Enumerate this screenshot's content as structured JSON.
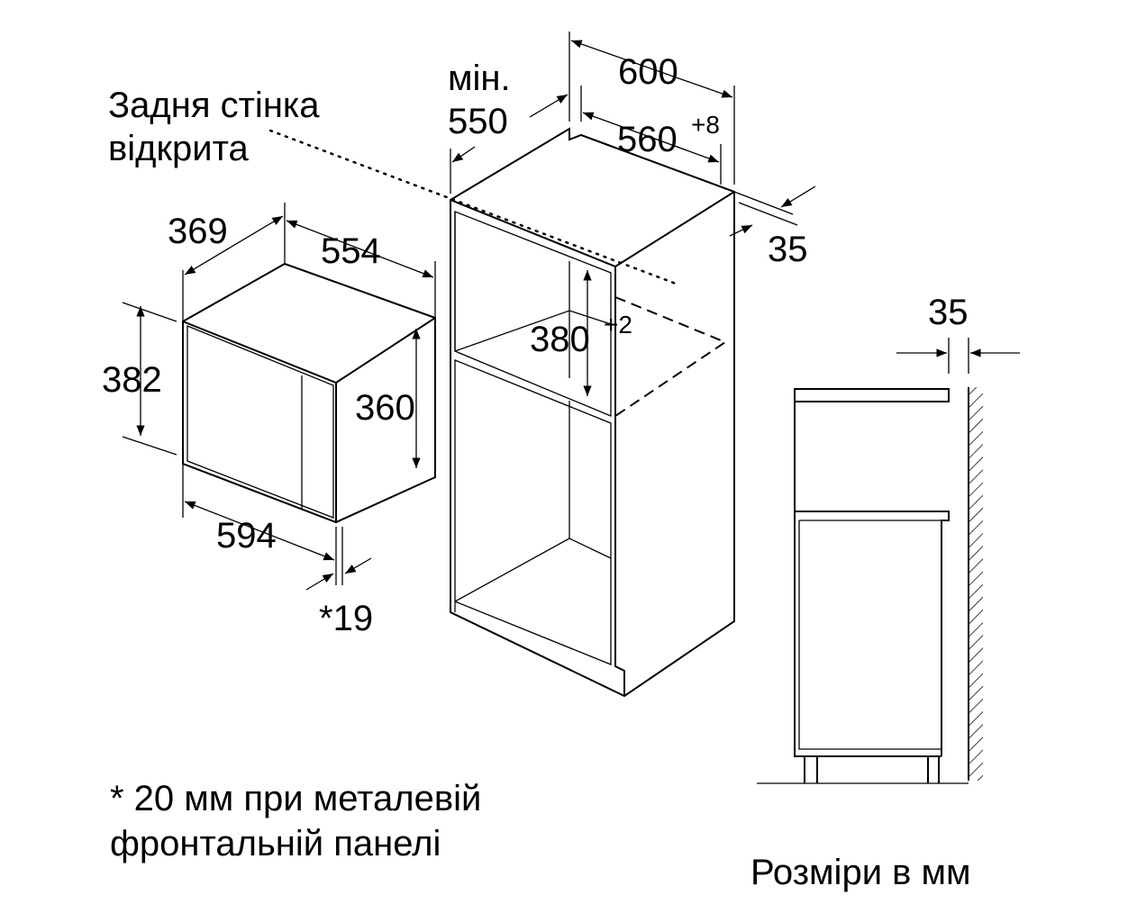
{
  "labels": {
    "rear_wall_line1": "Задня стінка",
    "rear_wall_line2": "відкрита",
    "min": "мін.",
    "depth_550": "550",
    "width_600": "600",
    "width_560": "560",
    "width_560_tol": "+8",
    "dim_35_top": "35",
    "dim_369": "369",
    "dim_554": "554",
    "dim_382": "382",
    "dim_360": "360",
    "dim_594": "594",
    "dim_19": "*19",
    "height_380": "380",
    "height_380_tol": "+2",
    "dim_35_side": "35",
    "footnote_line1": "* 20 мм при металевій",
    "footnote_line2": "фронтальній панелі",
    "units": "Розміри в мм"
  }
}
